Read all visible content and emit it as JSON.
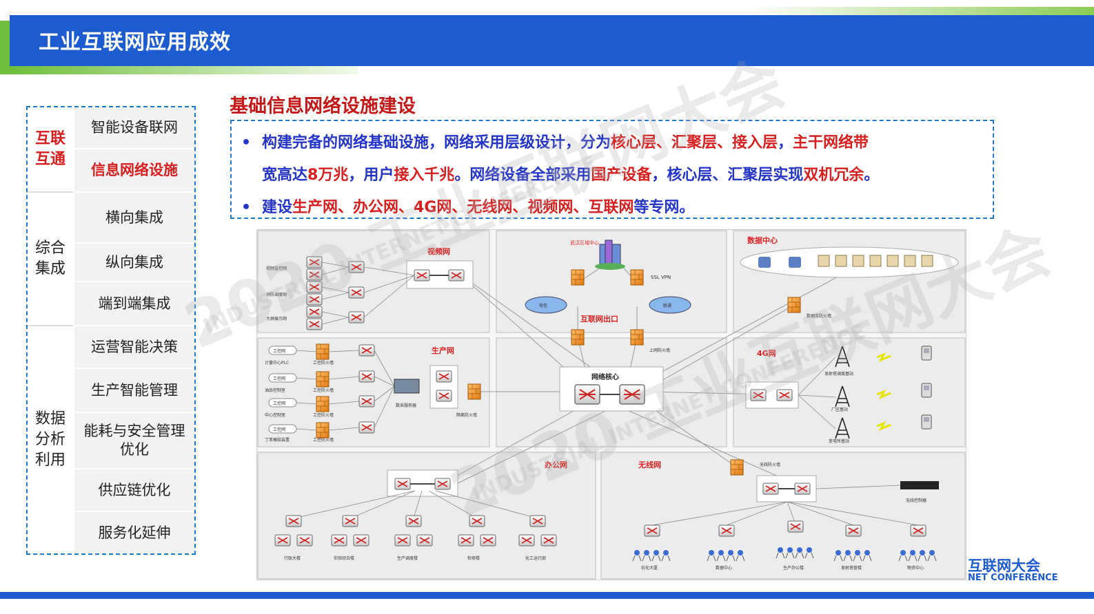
{
  "header": {
    "title": "工业互联网应用成效"
  },
  "nav": {
    "groups": [
      {
        "label": "互联\n互通",
        "items": [
          "智能设备联网",
          "信息网络设施"
        ]
      },
      {
        "label": "综合\n集成",
        "items": [
          "横向集成",
          "纵向集成",
          "端到端集成"
        ]
      },
      {
        "label": "数据\n分析\n利用",
        "items": [
          "运营智能决策",
          "生产智能管理",
          "能耗与安全管理\n优化",
          "供应链优化",
          "服务化延伸"
        ]
      }
    ]
  },
  "section": {
    "title": "基础信息网络设施建设",
    "line1": [
      {
        "t": "构建完备的网络基础设施，网络采用层级设计，分为",
        "c": "b"
      },
      {
        "t": "核心层、汇聚层、接入层",
        "c": "r"
      },
      {
        "t": "，",
        "c": "b"
      },
      {
        "t": "主干网络带",
        "c": "r"
      }
    ],
    "line2": [
      {
        "t": "宽高达",
        "c": "b"
      },
      {
        "t": "8万兆",
        "c": "r"
      },
      {
        "t": "，用户",
        "c": "b"
      },
      {
        "t": "接入千兆",
        "c": "r"
      },
      {
        "t": "。网络设备全部采用",
        "c": "b"
      },
      {
        "t": "国产设备",
        "c": "r"
      },
      {
        "t": "，核心层、汇聚层实现",
        "c": "b"
      },
      {
        "t": "双机冗余",
        "c": "r"
      },
      {
        "t": "。",
        "c": "b"
      }
    ],
    "line3": [
      {
        "t": "建设",
        "c": "b"
      },
      {
        "t": "生产网、办公网、4G网、无线网、视频网、互联网",
        "c": "r"
      },
      {
        "t": "等专网。",
        "c": "b"
      }
    ]
  },
  "diagram": {
    "zones": {
      "video": "视频网",
      "internet_center": "武汉区域中心",
      "datacenter": "数据中心",
      "production": "生产网",
      "core": "网络核心",
      "g4": "4G网",
      "office": "办公网",
      "wireless": "无线网",
      "internet_exit": "互联网出口"
    },
    "labels": {
      "sslvpn": "SSL VPN",
      "isp1": "电信",
      "isp2": "联通",
      "upfw": "上网防火墙",
      "dcfw": "数据库防火墙",
      "wlfw": "无线防火墙",
      "wlctrl": "无线控制器",
      "prodfw": "隔离防火墙",
      "coll": "数采服务器"
    },
    "video_rows": [
      "视频监控网",
      "消防调度网",
      "大屏展示网"
    ],
    "prod_rows": [
      {
        "tag": "工控网",
        "left": "计量中心PLC",
        "right": "工控防火墙"
      },
      {
        "tag": "工控网",
        "left": "油品控制室",
        "right": "工控防火墙"
      },
      {
        "tag": "工控网",
        "left": "中心控制室",
        "right": "工控防火墙"
      },
      {
        "tag": "工控网",
        "left": "丁苯橡胶装置",
        "right": "工控防火墙"
      }
    ],
    "g4_sites": [
      "发射塔调度基站",
      "厂区基站",
      "变电所基站"
    ],
    "office_sites": [
      "行政大楼",
      "实验综合楼",
      "生产调度楼",
      "检修楼",
      "化工运行部"
    ],
    "wireless_sites": [
      "石化大厦",
      "数据中心",
      "生产办公楼",
      "发射塔管楼",
      "物资中心"
    ]
  },
  "conference": {
    "name": "互联网大会",
    "en": "NET CONFERENCE"
  },
  "watermark": {
    "year": "2020",
    "cn": "工业互联网大会",
    "en": "INDUSTRIAL INTERNET CONFERENCE"
  },
  "colors": {
    "brand_blue": "#1d5bd0",
    "accent_red": "#d81f1f",
    "text_blue": "#2534c8",
    "green": "#6fbe3c"
  }
}
